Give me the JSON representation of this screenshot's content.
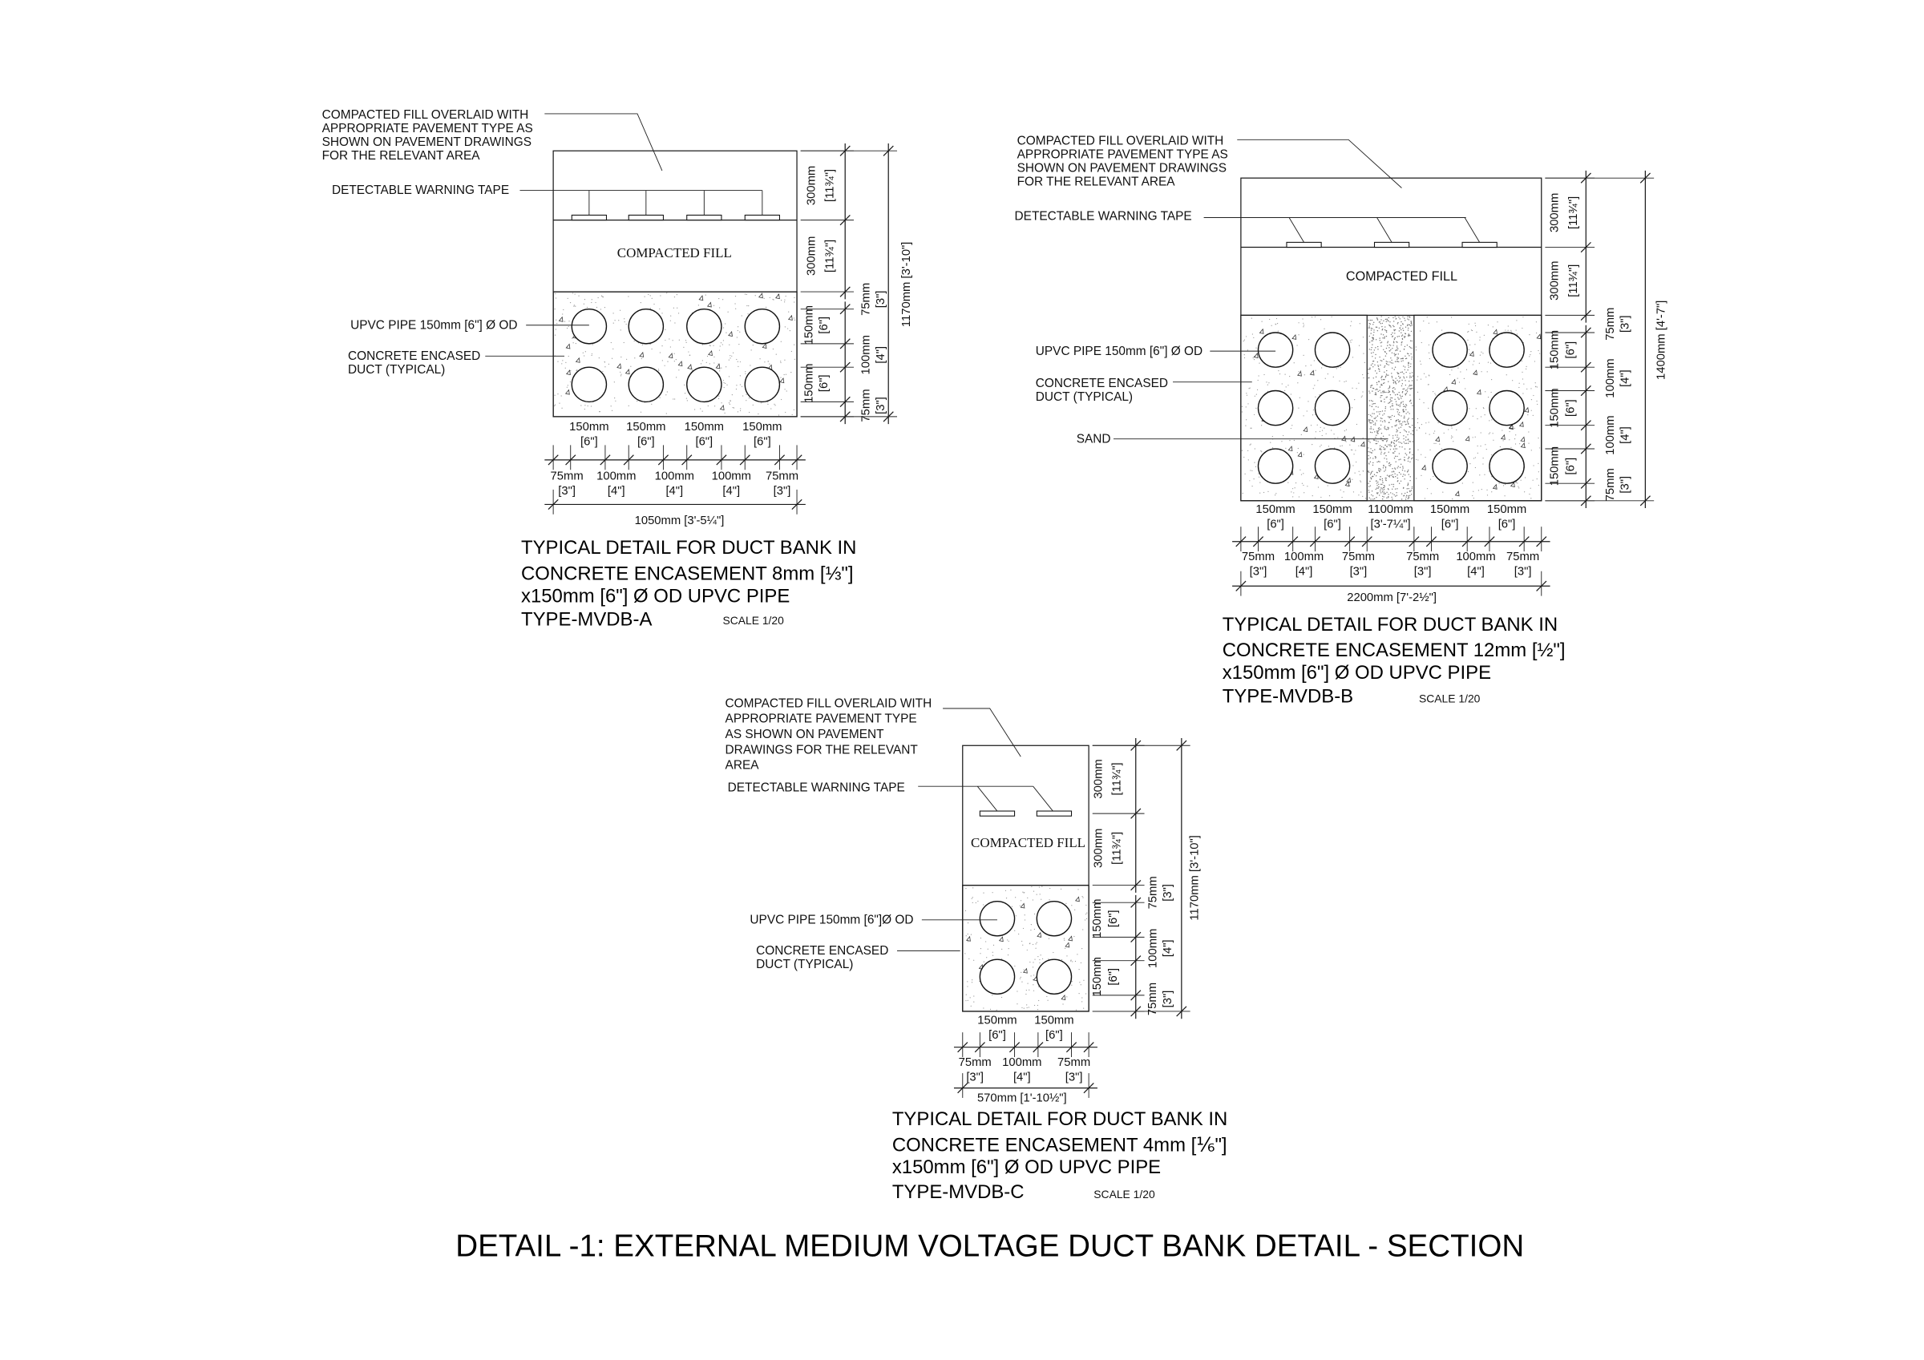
{
  "title": "DETAIL -1: EXTERNAL MEDIUM VOLTAGE DUCT BANK DETAIL - SECTION",
  "detail_a": {
    "fill_note": [
      "COMPACTED FILL OVERLAID WITH",
      "APPROPRIATE PAVEMENT TYPE AS",
      "SHOWN ON PAVEMENT DRAWINGS",
      "FOR THE RELEVANT AREA"
    ],
    "tape_label": "DETECTABLE WARNING TAPE",
    "fill_label": "COMPACTED FILL",
    "pipe_label": "UPVC PIPE 150mm [6\"] Ø OD",
    "duct_label": [
      "CONCRETE ENCASED",
      "DUCT (TYPICAL)"
    ],
    "v_dims": [
      "300mm",
      "[11¾\"]",
      "300mm",
      "[11¾\"]",
      "150mm",
      "[6\"]",
      "150mm",
      "[6\"]",
      "75mm",
      "[3\"]",
      "100mm",
      "[4\"]",
      "75mm",
      "[3\"]",
      "1170mm [3'-10\"]"
    ],
    "h_top": [
      {
        "mm": "150mm",
        "in": "[6\"]"
      },
      {
        "mm": "150mm",
        "in": "[6\"]"
      },
      {
        "mm": "150mm",
        "in": "[6\"]"
      },
      {
        "mm": "150mm",
        "in": "[6\"]"
      }
    ],
    "h_bottom": [
      {
        "mm": "75mm",
        "in": "[3\"]"
      },
      {
        "mm": "100mm",
        "in": "[4\"]"
      },
      {
        "mm": "100mm",
        "in": "[4\"]"
      },
      {
        "mm": "100mm",
        "in": "[4\"]"
      },
      {
        "mm": "75mm",
        "in": "[3\"]"
      }
    ],
    "total_width": "1050mm [3'-5¼\"]",
    "caption": [
      "TYPICAL DETAIL FOR DUCT BANK IN",
      "CONCRETE ENCASEMENT 8mm [⅓\"]",
      "x150mm [6\"] Ø OD UPVC PIPE",
      "TYPE-MVDB-A"
    ],
    "scale": "SCALE 1/20"
  },
  "detail_b": {
    "fill_note": [
      "COMPACTED FILL OVERLAID WITH",
      "APPROPRIATE PAVEMENT TYPE AS",
      "SHOWN ON PAVEMENT DRAWINGS",
      "FOR THE RELEVANT AREA"
    ],
    "tape_label": "DETECTABLE WARNING TAPE",
    "fill_label": "COMPACTED FILL",
    "pipe_label": "UPVC PIPE 150mm [6\"] Ø OD",
    "duct_label": [
      "CONCRETE ENCASED",
      "DUCT (TYPICAL)"
    ],
    "sand_label": "SAND",
    "v_dims": [
      "300mm",
      "[11¾\"]",
      "300mm",
      "[11¾\"]",
      "150mm",
      "[6\"]",
      "150mm",
      "[6\"]",
      "150mm",
      "[6\"]",
      "75mm",
      "[3\"]",
      "100mm",
      "[4\"]",
      "100mm",
      "[4\"]",
      "75mm",
      "[3\"]",
      "1400mm [4'-7\"]"
    ],
    "h_top": [
      {
        "mm": "150mm",
        "in": "[6\"]"
      },
      {
        "mm": "150mm",
        "in": "[6\"]"
      },
      {
        "mm": "1100mm",
        "in": "[3'-7¼\"]"
      },
      {
        "mm": "150mm",
        "in": "[6\"]"
      },
      {
        "mm": "150mm",
        "in": "[6\"]"
      }
    ],
    "h_bottom": [
      {
        "mm": "75mm",
        "in": "[3\"]"
      },
      {
        "mm": "100mm",
        "in": "[4\"]"
      },
      {
        "mm": "75mm",
        "in": "[3\"]"
      },
      {
        "mm": "75mm",
        "in": "[3\"]"
      },
      {
        "mm": "100mm",
        "in": "[4\"]"
      },
      {
        "mm": "75mm",
        "in": "[3\"]"
      }
    ],
    "total_width": "2200mm [7'-2½\"]",
    "caption": [
      "TYPICAL DETAIL FOR DUCT BANK IN",
      "CONCRETE ENCASEMENT 12mm [½\"]",
      "x150mm [6\"] Ø OD UPVC PIPE",
      "TYPE-MVDB-B"
    ],
    "scale": "SCALE 1/20"
  },
  "detail_c": {
    "fill_note": [
      "COMPACTED FILL OVERLAID WITH",
      "APPROPRIATE PAVEMENT TYPE",
      "AS SHOWN ON PAVEMENT",
      "DRAWINGS FOR THE RELEVANT",
      "AREA"
    ],
    "tape_label": "DETECTABLE WARNING TAPE",
    "fill_label": "COMPACTED FILL",
    "pipe_label": "UPVC PIPE 150mm [6\"]Ø OD",
    "duct_label": [
      "CONCRETE ENCASED",
      "DUCT (TYPICAL)"
    ],
    "v_dims": [
      "300mm",
      "[11¾\"]",
      "300mm",
      "[11¾\"]",
      "150mm",
      "[6\"]",
      "150mm",
      "[6\"]",
      "75mm",
      "[3\"]",
      "100mm",
      "[4\"]",
      "75mm",
      "[3\"]",
      "1170mm [3'-10\"]"
    ],
    "h_top": [
      {
        "mm": "150mm",
        "in": "[6\"]"
      },
      {
        "mm": "150mm",
        "in": "[6\"]"
      }
    ],
    "h_bottom": [
      {
        "mm": "75mm",
        "in": "[3\"]"
      },
      {
        "mm": "100mm",
        "in": "[4\"]"
      },
      {
        "mm": "75mm",
        "in": "[3\"]"
      }
    ],
    "total_width": "570mm [1'-10½\"]",
    "caption": [
      "TYPICAL DETAIL FOR DUCT BANK IN",
      "CONCRETE ENCASEMENT 4mm [⅙\"]",
      "x150mm [6\"] Ø OD UPVC PIPE",
      "TYPE-MVDB-C"
    ],
    "scale": "SCALE 1/20"
  }
}
